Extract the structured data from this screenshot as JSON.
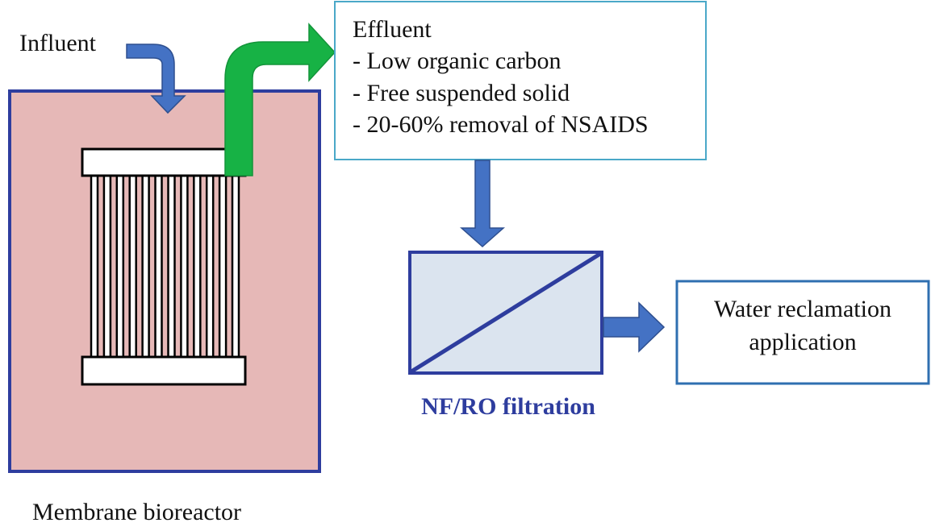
{
  "labels": {
    "influent": "Influent",
    "reactor": "Membrane bioreactor",
    "filtration": "NF/RO filtration",
    "reclamation_line1": "Water reclamation",
    "reclamation_line2": "application"
  },
  "effluent": {
    "title": "Effluent",
    "items": [
      "- Low organic carbon",
      "- Free suspended solid",
      "- 20-60% removal of NSAIDS"
    ]
  },
  "colors": {
    "reactor_fill": "#e6b8b7",
    "border_blue": "#2e3d9e",
    "arrow_blue": "#4472c4",
    "arrow_green": "#17b245",
    "effluent_border": "#4aa8c8",
    "filter_fill": "#dbe4ef",
    "filtration_text": "#2e3d9e",
    "reclamation_border": "#2f6fb0"
  }
}
